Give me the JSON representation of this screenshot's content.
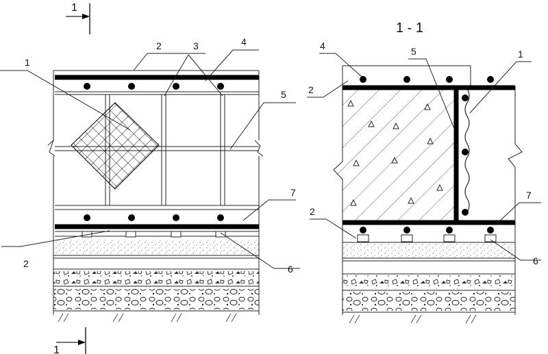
{
  "section_marks": {
    "top": "1",
    "bottom": "1"
  },
  "section_title": "1 - 1",
  "left_view": {
    "callouts": {
      "c1": "1",
      "c2_top": "2",
      "c3": "3",
      "c4": "4",
      "c5": "5",
      "c7": "7",
      "c2_bottom": "2",
      "c6": "6"
    }
  },
  "right_view": {
    "callouts": {
      "c4": "4",
      "c5": "5",
      "c1": "1",
      "c2_top": "2",
      "c2_bottom": "2",
      "c7": "7",
      "c6": "6"
    }
  }
}
